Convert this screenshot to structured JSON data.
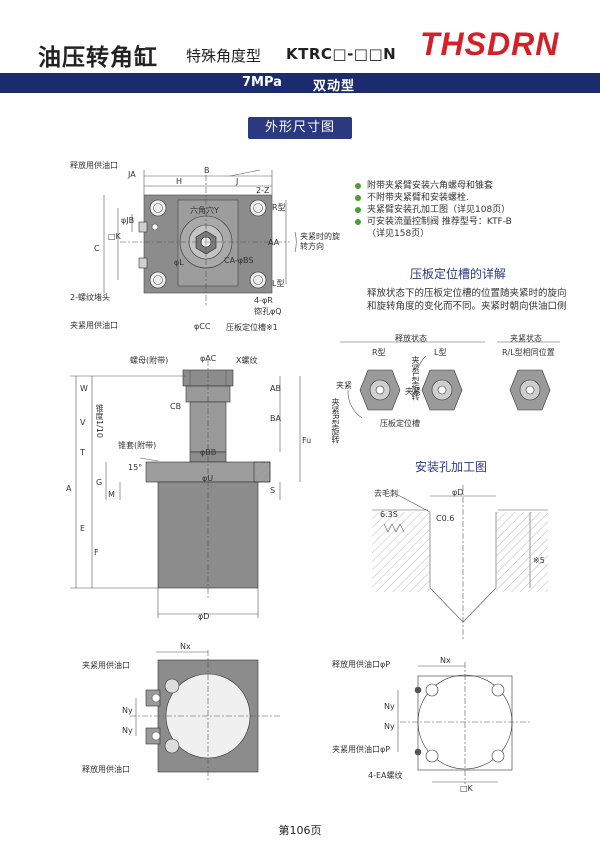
{
  "header": {
    "title": "油压转角缸",
    "subtitle": "特殊角度型",
    "model": "KTRC□-□□N",
    "logo": "THSDRN"
  },
  "band": {
    "pressure": "7MPa",
    "type": "双动型"
  },
  "section_title": "外形尺寸图",
  "notes": [
    "附带夹紧臂安装六角螺母和锥套",
    "不附带夹紧臂和安装螺栓.",
    "夹紧臂安装孔加工图（详见108页）",
    "可安装流量控制阀 推荐型号：KTF-B"
  ],
  "notes_tail": "（详见158页）",
  "groove": {
    "title": "压板定位槽的详解",
    "text": "释放状态下的压板定位槽的位置随夹紧时的旋向和旋转角度的变化而不同。夹紧时朝向供油口侧",
    "release_state": "释放状态",
    "clamp_state": "夹紧状态",
    "r_type": "R型",
    "l_type": "L型",
    "rl_same": "R/L型相同位置",
    "clamp": "夹紧",
    "clamp_r_rotation": "夹紧R型旋转",
    "clamp_l_rotation": "夹紧L型旋转",
    "locator_groove": "压板定位槽"
  },
  "top_view": {
    "release_port": "释放用供油口",
    "ja": "JA",
    "b": "B",
    "h": "H",
    "j": "J",
    "z2": "2-Z",
    "hex": "六角穴Y",
    "c": "C",
    "k": "□K",
    "jb": "φJB",
    "phil": "φL",
    "ca": "CA-φBS",
    "aa": "AA",
    "r_type": "R型",
    "l_type": "L型",
    "rotation": "夹紧时的旋转方向",
    "plug": "2-螺纹堵头",
    "phr": "4-φR",
    "counterbore": "锪孔φQ",
    "clamp_port": "夹紧用供油口",
    "cc": "φCC",
    "groove_note": "压板定位槽※1"
  },
  "front_view": {
    "nut": "螺母(附带)",
    "ac": "φAC",
    "x_thread": "X螺纹",
    "w": "W",
    "ab": "AB",
    "cb": "CB",
    "taper": "锥度1/10",
    "v": "V",
    "ba": "BA",
    "t": "T",
    "fu": "Fu",
    "sleeve": "锥套(附带)",
    "bb": "φBB",
    "deg15": "15°",
    "u": "φU",
    "a": "A",
    "g": "G",
    "m": "M",
    "s": "S",
    "e": "E",
    "f": "F",
    "d": "φD"
  },
  "hole": {
    "title": "安装孔加工图",
    "deburr": "去毛刺",
    "d_dim": "φD",
    "roughness": "6.3S",
    "chamfer": "C0.6",
    "depth": "※5"
  },
  "bottom_left": {
    "nx": "Nx",
    "clamp_port": "夹紧用供油口",
    "ny1": "Ny",
    "ny2": "Ny",
    "release_port": "释放用供油口"
  },
  "bottom_right": {
    "nx": "Nx",
    "release_port": "释放用供油口φP",
    "ny1": "Ny",
    "ny2": "Ny",
    "clamp_port": "夹紧用供油口φP",
    "ea": "4-EA螺纹",
    "k": "□K"
  },
  "page_number": "第106页",
  "colors": {
    "brand_red": "#d42027",
    "navy": "#1c2b6e",
    "body_gray": "#8c8c8c",
    "bullet_green": "#4a9e3a"
  }
}
